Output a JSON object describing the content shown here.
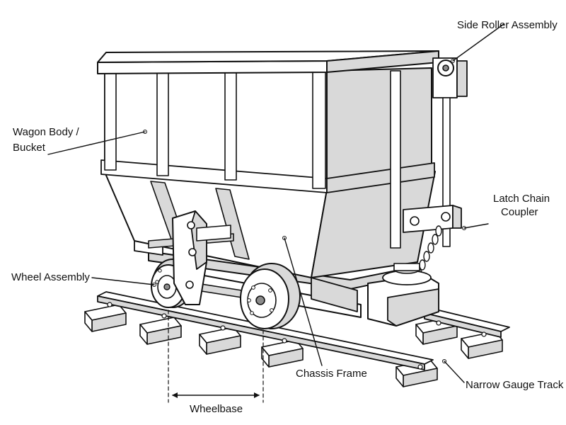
{
  "colors": {
    "ink": "#111111",
    "paper": "#ffffff",
    "shade": "#d9d9d9",
    "dark": "#8c8c8c"
  },
  "labels": {
    "side_roller": "Side Roller Assembly",
    "wagon_body_1": "Wagon Body /",
    "wagon_body_2": "Bucket",
    "latch_1": "Latch Chain",
    "latch_2": "Coupler",
    "wheel_assembly": "Wheel Assembly",
    "chassis_frame": "Chassis Frame",
    "track": "Narrow Gauge Track",
    "wheelbase": "Wheelbase"
  }
}
